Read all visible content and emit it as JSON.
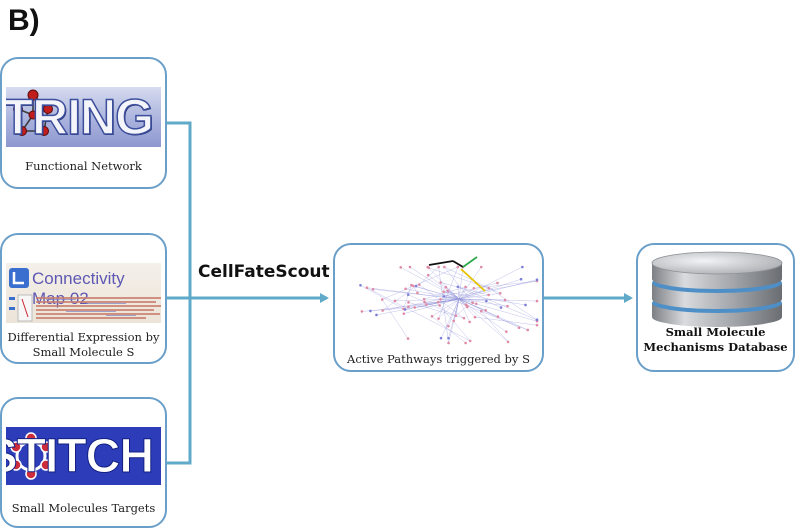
{
  "panel_label": "B)",
  "sources": {
    "string": {
      "logo_text": "STRING",
      "caption": "Functional Network"
    },
    "cmap": {
      "logo_text_first": "Connectivity",
      "logo_text_second": "Map",
      "logo_version": "02",
      "caption_line1": "Differential Expression by",
      "caption_line2": "Small Molecule S"
    },
    "stitch": {
      "logo_text": "STITCH",
      "caption": "Small Molecules Targets"
    }
  },
  "method_label": "CellFateScout",
  "network": {
    "caption": "Active Pathways triggered by S"
  },
  "database": {
    "caption_line1": "Small Molecule",
    "caption_line2": "Mechanisms Database"
  },
  "colors": {
    "connector": "#5fa9c9",
    "card_border": "#6a9fc9",
    "string_bg": "#aab3dd",
    "stitch_bg": "#2d3dba"
  }
}
